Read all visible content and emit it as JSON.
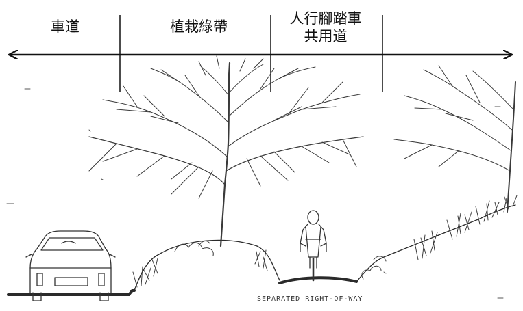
{
  "zones": {
    "roadway": "車道",
    "planting_strip": "植栽綠帶",
    "shared_path_line1": "人行腳踏車",
    "shared_path_line2": "共用道"
  },
  "caption": "SEPARATED RIGHT-OF-WAY",
  "colors": {
    "ink": "#111111",
    "sketch": "#3a3a3a",
    "ground": "#2a2a2a",
    "background": "#ffffff"
  },
  "icons": {
    "arrows": "double-headed-arrow",
    "tree": "bare-tree-sketch",
    "car": "car-rear-sketch",
    "cyclist": "cyclist-sketch"
  }
}
